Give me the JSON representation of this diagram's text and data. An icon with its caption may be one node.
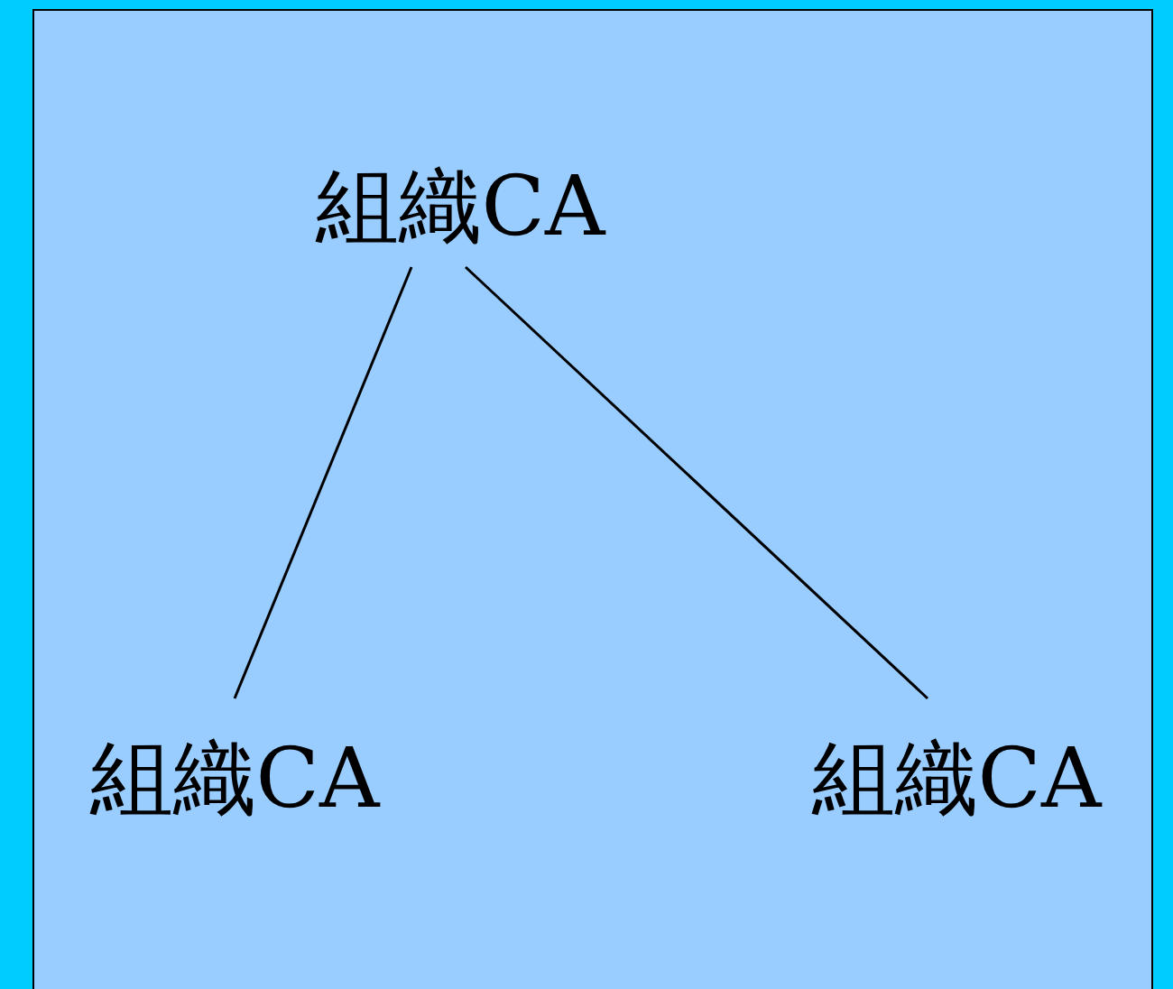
{
  "diagram": {
    "nodes": [
      {
        "text": [
          "組織CA"
        ]
      },
      {
        "text": [
          "組織CA"
        ]
      },
      {
        "text": [
          "組織CA"
        ]
      }
    ],
    "edges": [
      {
        "from": 0,
        "to": 1,
        "arrow": "none"
      },
      {
        "from": 0,
        "to": 2,
        "arrow": "none"
      }
    ]
  }
}
